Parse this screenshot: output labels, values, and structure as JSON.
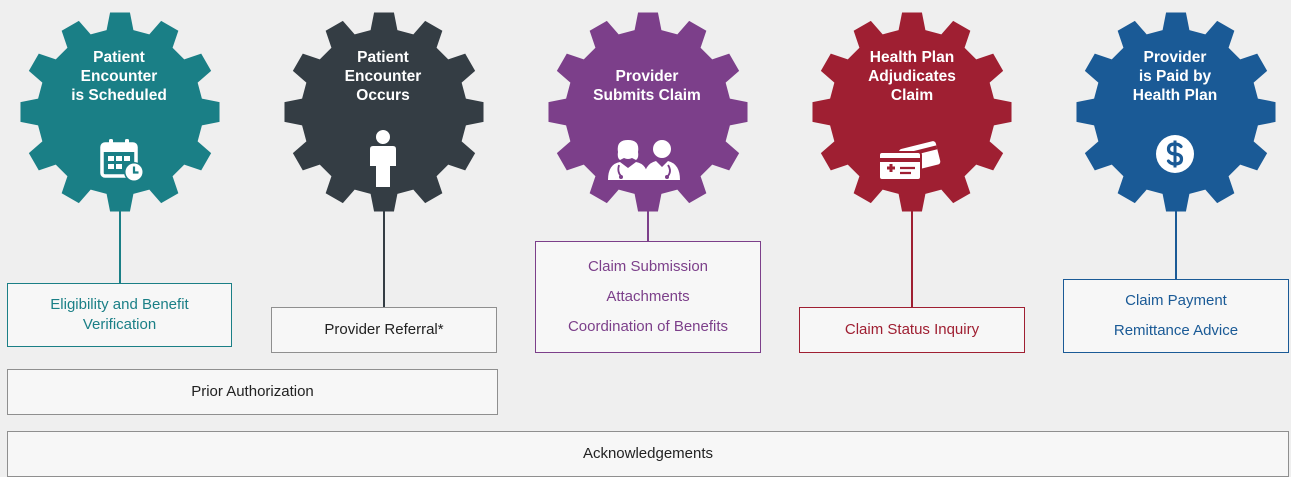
{
  "colors": {
    "teal": "#1a7f86",
    "charcoal": "#343d44",
    "purple": "#7c3f8a",
    "crimson": "#9f1f32",
    "blue": "#1a5a96",
    "neutral_border": "#8f8f8f",
    "neutral_text": "#222222",
    "background": "#efefef"
  },
  "steps": [
    {
      "title_lines": [
        "Patient",
        "Encounter",
        "is Scheduled"
      ],
      "icon": "calendar-clock-icon",
      "color": "#1a7f86"
    },
    {
      "title_lines": [
        "Patient",
        "Encounter",
        "Occurs"
      ],
      "icon": "person-icon",
      "color": "#343d44"
    },
    {
      "title_lines": [
        "Provider",
        "Submits Claim"
      ],
      "icon": "doctors-icon",
      "color": "#7c3f8a"
    },
    {
      "title_lines": [
        "Health Plan",
        "Adjudicates",
        "Claim"
      ],
      "icon": "insurance-cards-icon",
      "color": "#9f1f32"
    },
    {
      "title_lines": [
        "Provider",
        "is Paid by",
        "Health Plan"
      ],
      "icon": "dollar-coin-icon",
      "color": "#1a5a96"
    }
  ],
  "transactions": {
    "eligibility": [
      "Eligibility and Benefit",
      "Verification"
    ],
    "referral": "Provider Referral*",
    "claims": [
      "Claim Submission",
      "Attachments",
      "Coordination of Benefits"
    ],
    "status": "Claim Status Inquiry",
    "payment": [
      "Claim Payment",
      "Remittance Advice"
    ],
    "prior_auth": "Prior Authorization",
    "acknowledgements": "Acknowledgements"
  }
}
